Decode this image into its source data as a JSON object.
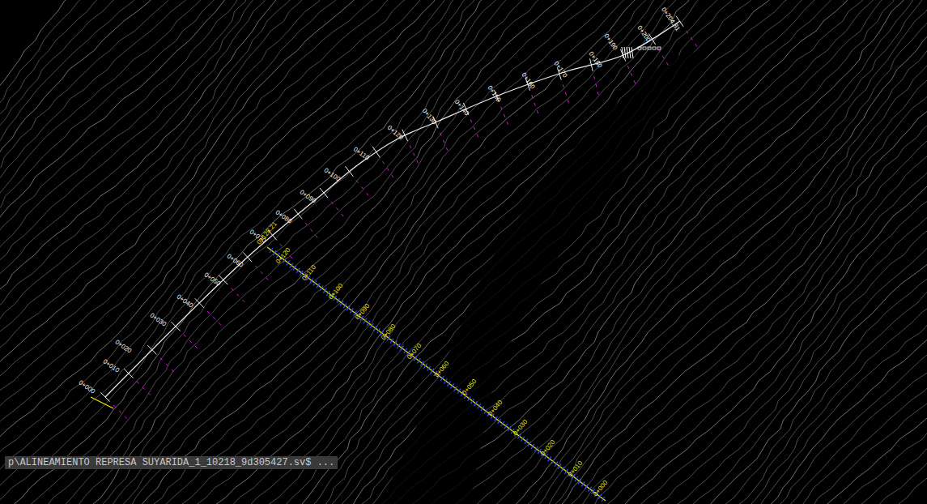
{
  "diagram": {
    "labels": [
      "0+000",
      "0+010",
      "0+020",
      "0+030",
      "0+040",
      "0+050",
      "0+060",
      "0+070",
      "0+080",
      "0+090",
      "0+100",
      "0+110",
      "0+120",
      "0+130",
      "0+140",
      "0+150",
      "0+160",
      "0+170",
      "0+180",
      "0+190",
      "0+200",
      "0+204.81",
      "0+128.21",
      "0+120",
      "0+110",
      "0+100",
      "0+090",
      "0+080",
      "0+070",
      "0+060",
      "0+050",
      "0+040",
      "0+030",
      "0+020",
      "0+010",
      "0+000",
      "p\\ALINEAMIENTO REPRESA SUYARIDA_1_10218_9d305427.sv$ ..."
    ]
  }
}
